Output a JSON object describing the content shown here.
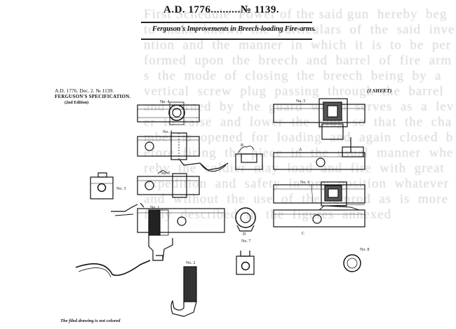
{
  "header": {
    "title": "A.D. 1776..........№ 1139.",
    "subtitle": "Ferguson's Improvements in Breech-loading Fire-arms."
  },
  "specification": {
    "line1": "A.D. 1776. Dec. 2. № 1139.",
    "line2": "FERGUSON'S SPECIFICATION.",
    "line3": "(2nd Edition)"
  },
  "sheet_label": "(1 SHEET)",
  "footnote": "The filed drawing is not colored",
  "figure_labels": {
    "no4_top": "No. 4",
    "no4_mid": "No. 4",
    "no5_top": "No. 5",
    "no5_mid": "No. 5",
    "no3": "No. 3",
    "no6": "No. 6",
    "no1": "No. 1",
    "no2": "No. 2",
    "no7": "No. 7",
    "no8": "No. 8",
    "letter_a": "A",
    "letter_b": "B",
    "letter_c": "C",
    "letter_d": "D"
  },
  "colors": {
    "ink": "#111111",
    "ghost_text": "#d6d6d6",
    "paper": "#ffffff"
  }
}
